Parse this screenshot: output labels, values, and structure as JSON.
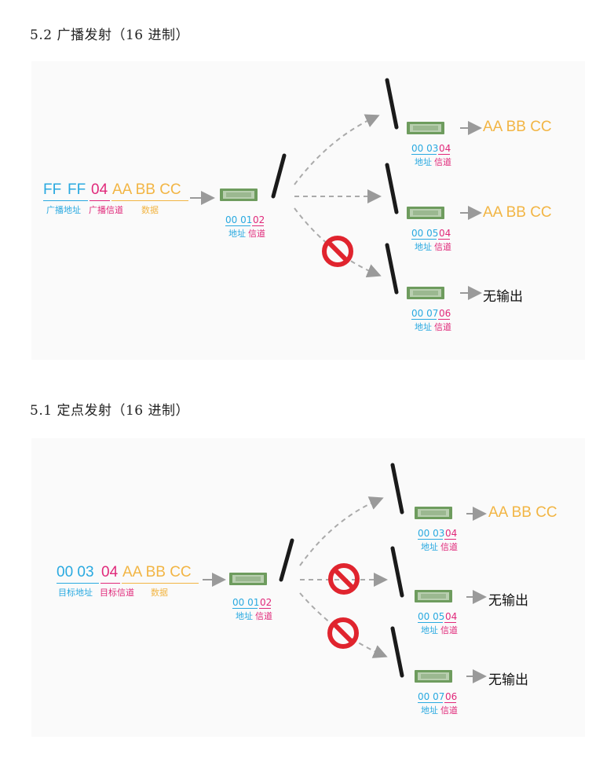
{
  "section_top": {
    "title": "5.2 广播发射（16 进制）"
  },
  "section_bottom": {
    "title": "5.1 定点发射（16 进制）"
  },
  "broadcast": {
    "input": {
      "addr1": "FF",
      "addr2": "FF",
      "channel": "04",
      "data": "AA BB CC",
      "addr_label": "广播地址",
      "channel_label": "广播信道",
      "data_label": "数据"
    },
    "sender": {
      "addr": "00 01",
      "channel": "02",
      "addr_label": "地址",
      "channel_label": "信道"
    },
    "receivers": [
      {
        "addr": "00 03",
        "channel": "04",
        "addr_label": "地址",
        "channel_label": "信道",
        "output": "AA BB CC"
      },
      {
        "addr": "00 05",
        "channel": "04",
        "addr_label": "地址",
        "channel_label": "信道",
        "output": "AA BB CC"
      },
      {
        "addr": "00 07",
        "channel": "06",
        "addr_label": "地址",
        "channel_label": "信道",
        "output": "无输出"
      }
    ]
  },
  "fixed": {
    "input": {
      "addr": "00 03",
      "channel": "04",
      "data": "AA BB CC",
      "addr_label": "目标地址",
      "channel_label": "目标信道",
      "data_label": "数据"
    },
    "sender": {
      "addr": "00 01",
      "channel": "02",
      "addr_label": "地址",
      "channel_label": "信道"
    },
    "receivers": [
      {
        "addr": "00 03",
        "channel": "04",
        "addr_label": "地址",
        "channel_label": "信道",
        "output": "AA BB CC"
      },
      {
        "addr": "00 05",
        "channel": "04",
        "addr_label": "地址",
        "channel_label": "信道",
        "output": "无输出"
      },
      {
        "addr": "00 07",
        "channel": "06",
        "addr_label": "地址",
        "channel_label": "信道",
        "output": "无输出"
      }
    ]
  },
  "colors": {
    "address": "#29a9e0",
    "channel": "#e0297a",
    "data": "#f2b544",
    "blocked": "#e0242e",
    "arrow": "#9a9a9a",
    "board": "#7fae6e"
  }
}
